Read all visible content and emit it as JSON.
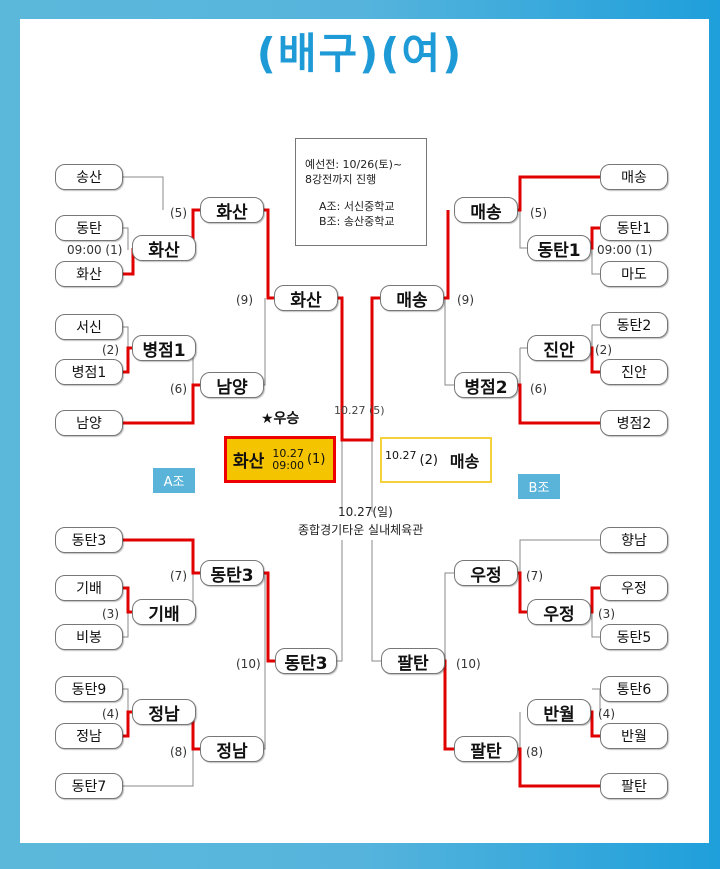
{
  "title": "(배구)(여)",
  "info": {
    "line1": "예선전: 10/26(토)~",
    "line2": "8강전까지 진행",
    "groupA": "A조: 서신중학교",
    "groupB": "B조: 송산중학교"
  },
  "groups": {
    "a": "A조",
    "b": "B조"
  },
  "winner_label": "★우승",
  "final": {
    "champion": {
      "team": "화산",
      "date": "10.27",
      "time": "09:00",
      "match": "(1)"
    },
    "runner_up": {
      "team": "매송",
      "date": "10.27",
      "match": "(2)"
    },
    "semi_note": "10.27  (5)",
    "date": "10.27(일)",
    "venue": "종합경기타운 실내체육관"
  },
  "bracket_a_top": {
    "teams": [
      "송산",
      "동탄",
      "화산",
      "서신",
      "병점1",
      "남양"
    ],
    "round1": [
      "화산",
      "병점1"
    ],
    "round2": [
      "화산",
      "남양"
    ],
    "round3": "화산",
    "match_labels": {
      "m1": "09:00 (1)",
      "m2": "(2)",
      "m5": "(5)",
      "m6": "(6)",
      "m9": "(9)"
    }
  },
  "bracket_b_top": {
    "teams": [
      "매송",
      "동탄1",
      "마도",
      "동탄2",
      "진안",
      "병점2"
    ],
    "round1": [
      "동탄1",
      "진안"
    ],
    "round2": [
      "매송",
      "병점2"
    ],
    "round3": "매송",
    "match_labels": {
      "m1": "09:00 (1)",
      "m2": "(2)",
      "m5": "(5)",
      "m6": "(6)",
      "m9": "(9)"
    }
  },
  "bracket_a_bottom": {
    "teams": [
      "동탄3",
      "기배",
      "비봉",
      "동탄9",
      "정남",
      "동탄7"
    ],
    "round1": [
      "기배",
      "정남"
    ],
    "round2": [
      "동탄3",
      "정남"
    ],
    "round3": "동탄3",
    "match_labels": {
      "m3": "(3)",
      "m4": "(4)",
      "m7": "(7)",
      "m8": "(8)",
      "m10": "(10)"
    }
  },
  "bracket_b_bottom": {
    "teams": [
      "향남",
      "우정",
      "동탄5",
      "통탄6",
      "반월",
      "팔탄"
    ],
    "round1": [
      "우정",
      "반월"
    ],
    "round2": [
      "우정",
      "팔탄"
    ],
    "round3": "팔탄",
    "match_labels": {
      "m3": "(3)",
      "m4": "(4)",
      "m7": "(7)",
      "m8": "(8)",
      "m10": "(10)"
    }
  },
  "colors": {
    "win_line": "#e00000",
    "line": "#888888",
    "accent": "#1e9ad6",
    "champion_bg": "#f5c400"
  }
}
